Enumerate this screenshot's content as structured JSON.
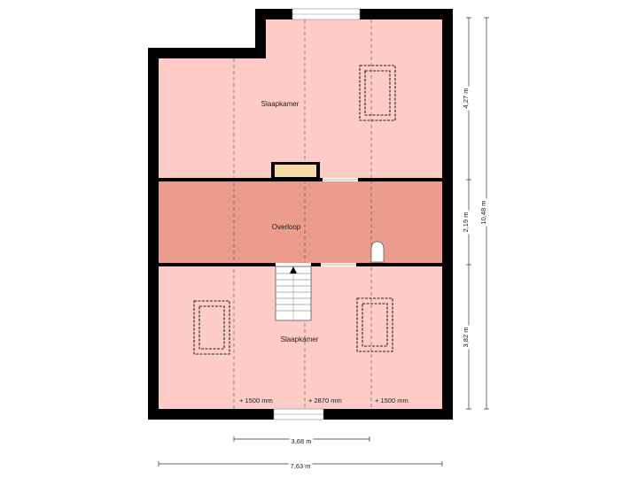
{
  "rooms": {
    "top": {
      "label": "Slaapkamer"
    },
    "middle": {
      "label": "Overloop"
    },
    "bottom": {
      "label": "Slaapkamer"
    }
  },
  "height_lines": [
    "+ 1500 mm",
    "+ 2870 mm",
    "+ 1500 mm"
  ],
  "dimensions": {
    "top_height": "4,27 m",
    "middle_height": "2,19 m",
    "bottom_height": "3,82 m",
    "total_height": "10,48 m",
    "inner_width": "3,68 m",
    "total_width": "7,63 m"
  },
  "colors": {
    "room_light": "#fecbc6",
    "room_dark": "#ec9c8c",
    "wall": "#000000",
    "cupboard": "#f6dba8"
  }
}
